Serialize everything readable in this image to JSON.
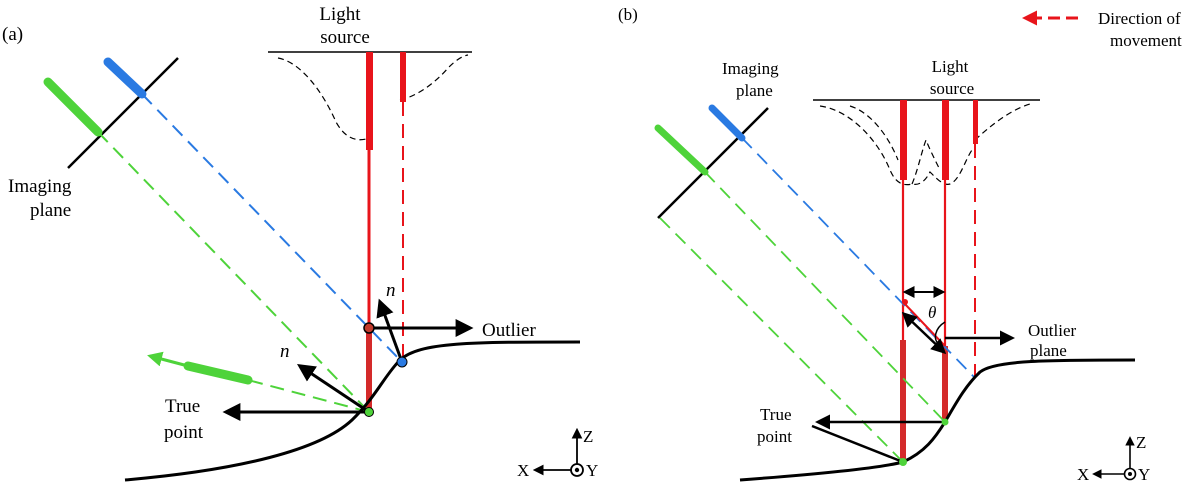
{
  "panel_a": {
    "tag": "(a)",
    "light_source": [
      "Light",
      "source"
    ],
    "imaging_plane": [
      "Imaging",
      "plane"
    ],
    "outlier": "Outlier",
    "true_point": [
      "True",
      "point"
    ],
    "normal_1": "n",
    "normal_2": "n",
    "axis_z": "Z",
    "axis_x": "X",
    "axis_y": "Y"
  },
  "panel_b": {
    "tag": "(b)",
    "legend": [
      "Direction of",
      "movement"
    ],
    "light_source": [
      "Light",
      "source"
    ],
    "imaging_plane": [
      "Imaging",
      "plane"
    ],
    "outlier_plane": [
      "Outlier",
      "plane"
    ],
    "true_point": [
      "True",
      "point"
    ],
    "angle": "θ",
    "axis_z": "Z",
    "axis_x": "X",
    "axis_y": "Y"
  },
  "colors": {
    "laser": "#e8141b",
    "green_ray": "#4ed33a",
    "blue_ray": "#2a7ae2",
    "outline": "#000000"
  }
}
